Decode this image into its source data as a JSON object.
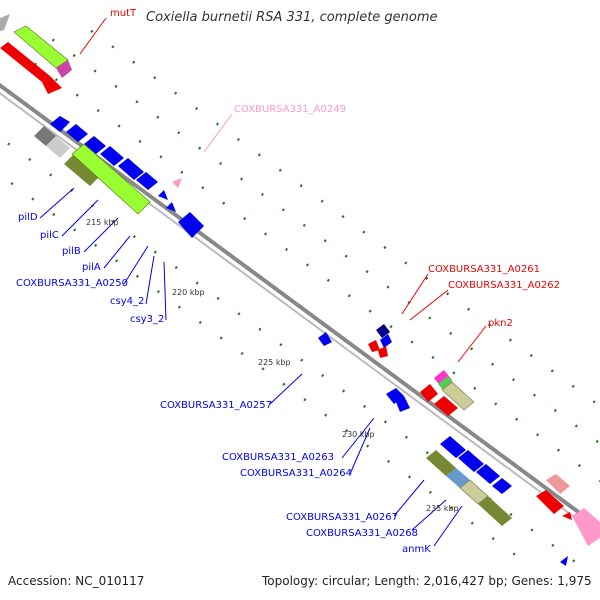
{
  "title": "Coxiella burnetii RSA 331, complete genome",
  "footer": {
    "accession": "Accession: NC_010117",
    "summary": "Topology: circular; Length: 2,016,427 bp; Genes: 1,975"
  },
  "colors": {
    "forward_cds": "#0000ee",
    "reverse_cds": "#ee0000",
    "pseudogene_pink": "#ff99cc",
    "cog_green": "#99ff33",
    "olive": "#778833",
    "tan": "#cccc99",
    "backbone": "#888888",
    "tick_green": "#227722"
  },
  "ticks": [
    "215 kbp",
    "220 kbp",
    "225 kbp",
    "230 kbp",
    "235 kbp"
  ],
  "labels": {
    "mutT": "mutT",
    "a0249": "COXBURSA331_A0249",
    "pilD": "pilD",
    "pilC": "pilC",
    "pilB": "pilB",
    "pilA": "pilA",
    "a0250": "COXBURSA331_A0250",
    "csy4_2": "csy4_2",
    "csy3_2": "csy3_2",
    "a0261": "COXBURSA331_A0261",
    "a0262": "COXBURSA331_A0262",
    "pkn2": "pkn2",
    "a0257": "COXBURSA331_A0257",
    "a0263": "COXBURSA331_A0263",
    "a0264": "COXBURSA331_A0264",
    "a0267": "COXBURSA331_A0267",
    "a0268": "COXBURSA331_A0268",
    "anmK": "anmK"
  }
}
